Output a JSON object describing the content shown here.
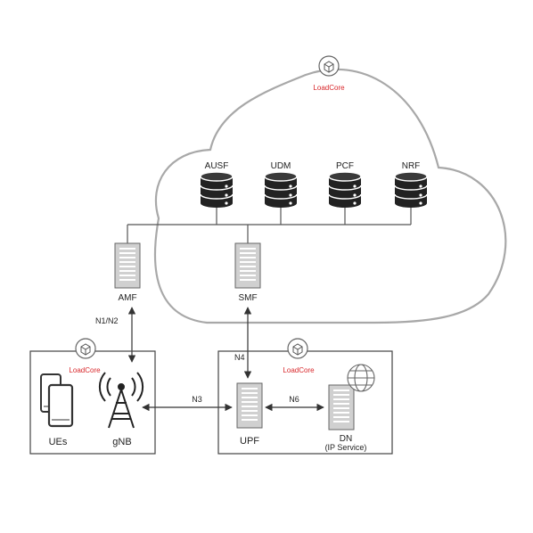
{
  "colors": {
    "line": "#9a9a9a",
    "dark": "#333333",
    "box": "#444444",
    "brand": "#d8262a"
  },
  "brand": {
    "label": "LoadCore"
  },
  "core": {
    "functions": [
      "AUSF",
      "UDM",
      "PCF",
      "NRF"
    ],
    "amf": "AMF",
    "smf": "SMF"
  },
  "ran": {
    "ues": "UEs",
    "gnb": "gNB"
  },
  "user_plane": {
    "upf": "UPF",
    "dn": "DN",
    "dn_sub": "(IP Service)"
  },
  "interfaces": {
    "n1n2": "N1/N2",
    "n3": "N3",
    "n4": "N4",
    "n6": "N6"
  },
  "icons": [
    "loadcore-icon",
    "database-icon",
    "server-icon",
    "phone-icon",
    "antenna-tower-icon",
    "globe-icon"
  ]
}
